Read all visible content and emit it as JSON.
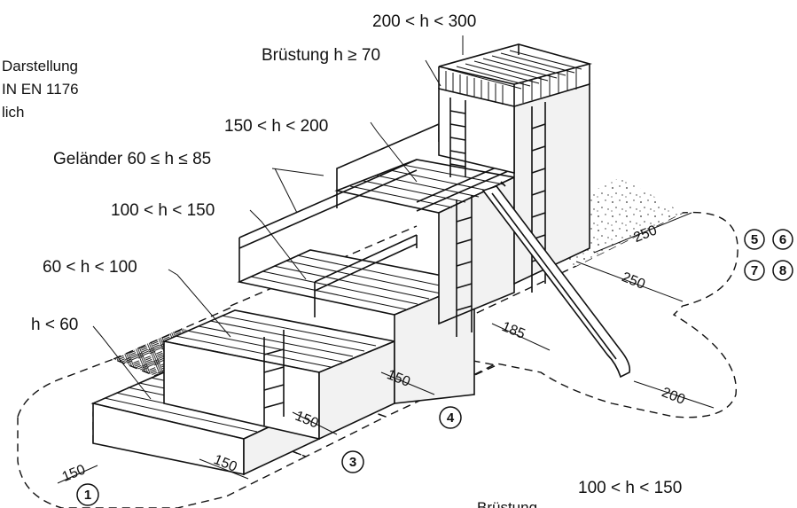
{
  "caption": {
    "line1": "Darstellung",
    "line2": "IN EN 1176",
    "line3": "lich"
  },
  "heights": {
    "tower": "200 < h < 300",
    "tower_parapet": "Brüstung h ≥ 70",
    "level4": "150 < h < 200",
    "railing": "Geländer 60 ≤ h ≤ 85",
    "level3": "100 < h < 150",
    "level2": "60 < h < 100",
    "level1": "h < 60",
    "bottom_range": "100 < h < 150",
    "bottom_parapet": "Brüstung"
  },
  "dimensions": {
    "d150_a": "150",
    "d150_b": "150",
    "d150_c": "150",
    "d150_d": "150",
    "d185": "185",
    "d200": "200",
    "d250_a": "250",
    "d250_b": "250"
  },
  "zones": {
    "z1": "1",
    "z3": "3",
    "z4": "4",
    "z5": "5",
    "z6": "6",
    "z7": "7",
    "z8": "8"
  }
}
